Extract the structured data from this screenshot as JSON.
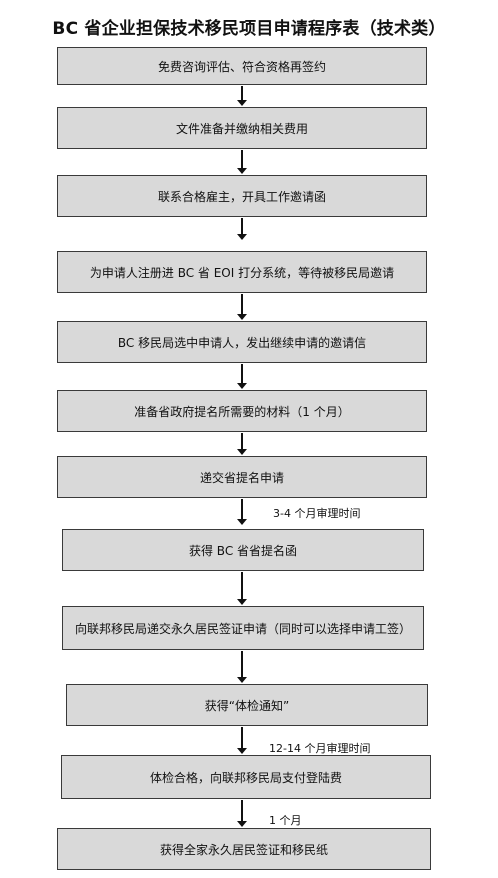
{
  "title": "BC 省企业担保技术移民项目申请程序表（技术类）",
  "steps": [
    "免费咨询评估、符合资格再签约",
    "文件准备并缴纳相关费用",
    "联系合格雇主，开具工作邀请函",
    "为申请人注册进 BC 省 EOI 打分系统，等待被移民局邀请",
    "BC 移民局选中申请人，发出继续申请的邀请信",
    "准备省政府提名所需要的材料（1 个月）",
    "递交省提名申请",
    "获得 BC 省省提名函",
    "向联邦移民局递交永久居民签证申请（同时可以选择申请工签）",
    "获得“体检通知”",
    "体检合格，向联邦移民局支付登陆费",
    "获得全家永久居民签证和移民纸"
  ],
  "notes": {
    "after_step_7": "3-4 个月审理时间",
    "after_step_10": "12-14 个月审理时间",
    "after_step_11": "1 个月"
  }
}
